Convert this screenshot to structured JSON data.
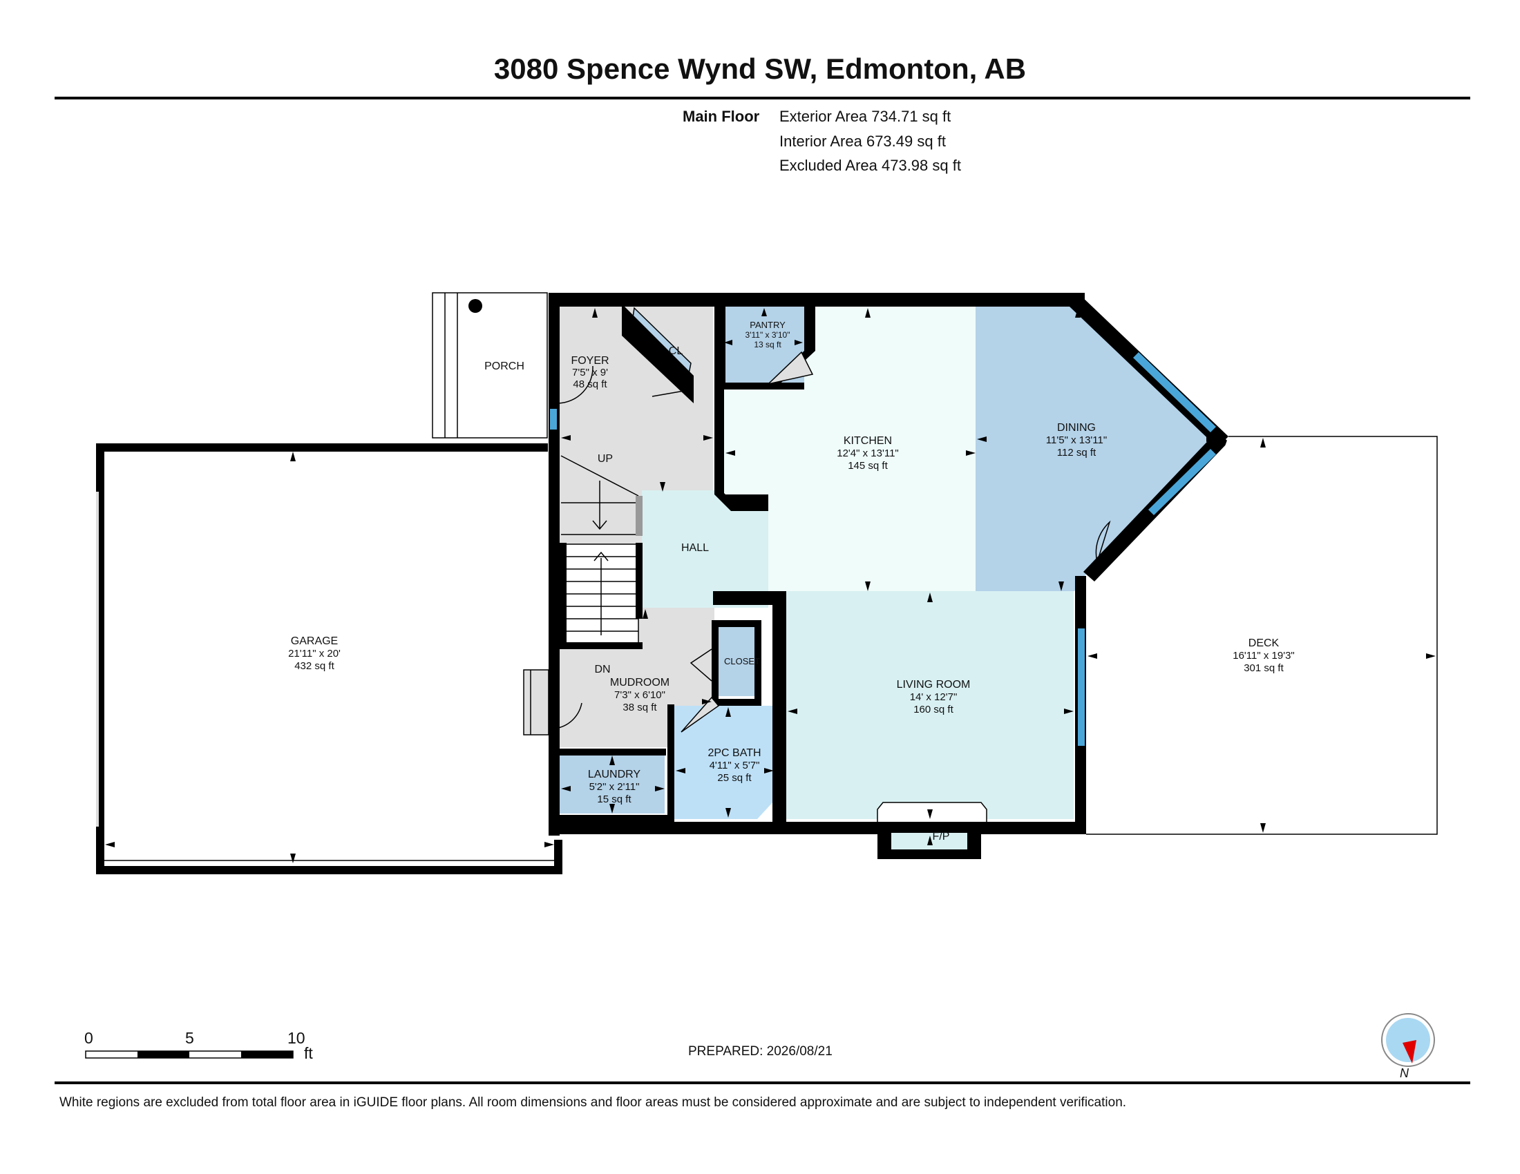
{
  "title": "3080 Spence Wynd SW, Edmonton, AB",
  "floor": {
    "name": "Main Floor",
    "exterior_area": "Exterior Area 734.71 sq ft",
    "interior_area": "Interior Area 673.49 sq ft",
    "excluded_area": "Excluded Area 473.98 sq ft"
  },
  "rooms": {
    "porch": {
      "name": "PORCH"
    },
    "foyer": {
      "name": "FOYER",
      "dims": "7'5\" x 9'",
      "area": "48 sq ft"
    },
    "closet_cl": {
      "name": "CL"
    },
    "pantry": {
      "name": "PANTRY",
      "dims": "3'11\" x 3'10\"",
      "area": "13 sq ft"
    },
    "kitchen": {
      "name": "KITCHEN",
      "dims": "12'4\" x 13'11\"",
      "area": "145 sq ft"
    },
    "dining": {
      "name": "DINING",
      "dims": "11'5\" x 13'11\"",
      "area": "112 sq ft"
    },
    "up": {
      "name": "UP"
    },
    "hall": {
      "name": "HALL"
    },
    "garage": {
      "name": "GARAGE",
      "dims": "21'11\" x 20'",
      "area": "432 sq ft"
    },
    "dn": {
      "name": "DN"
    },
    "mudroom": {
      "name": "MUDROOM",
      "dims": "7'3\" x 6'10\"",
      "area": "38 sq ft"
    },
    "closet": {
      "name": "CLOSET"
    },
    "living": {
      "name": "LIVING ROOM",
      "dims": "14' x 12'7\"",
      "area": "160 sq ft"
    },
    "deck": {
      "name": "DECK",
      "dims": "16'11\" x 19'3\"",
      "area": "301 sq ft"
    },
    "bath": {
      "name": "2PC BATH",
      "dims": "4'11\" x 5'7\"",
      "area": "25 sq ft"
    },
    "laundry": {
      "name": "LAUNDRY",
      "dims": "5'2\" x 2'11\"",
      "area": "15 sq ft"
    },
    "fp": {
      "name": "F/P"
    }
  },
  "scale": {
    "labels": [
      "0",
      "5",
      "10"
    ],
    "unit": "ft"
  },
  "prepared": "PREPARED: 2026/08/21",
  "compass": {
    "label": "N",
    "icon": "compass-icon"
  },
  "footer": "White regions are excluded from total floor area in iGUIDE floor plans. All room dimensions and floor areas must be considered approximate and are subject to independent verification.",
  "colors": {
    "wall": "#000000",
    "foyer_hall_grey": "#e0e0e0",
    "closet_blue": "#b4d2e8",
    "kitchen": "#effcfa",
    "dining": "#b4d2e8",
    "hall_living": "#d8f0f2",
    "bath": "#bde0f7",
    "window": "#4aa6d8"
  }
}
